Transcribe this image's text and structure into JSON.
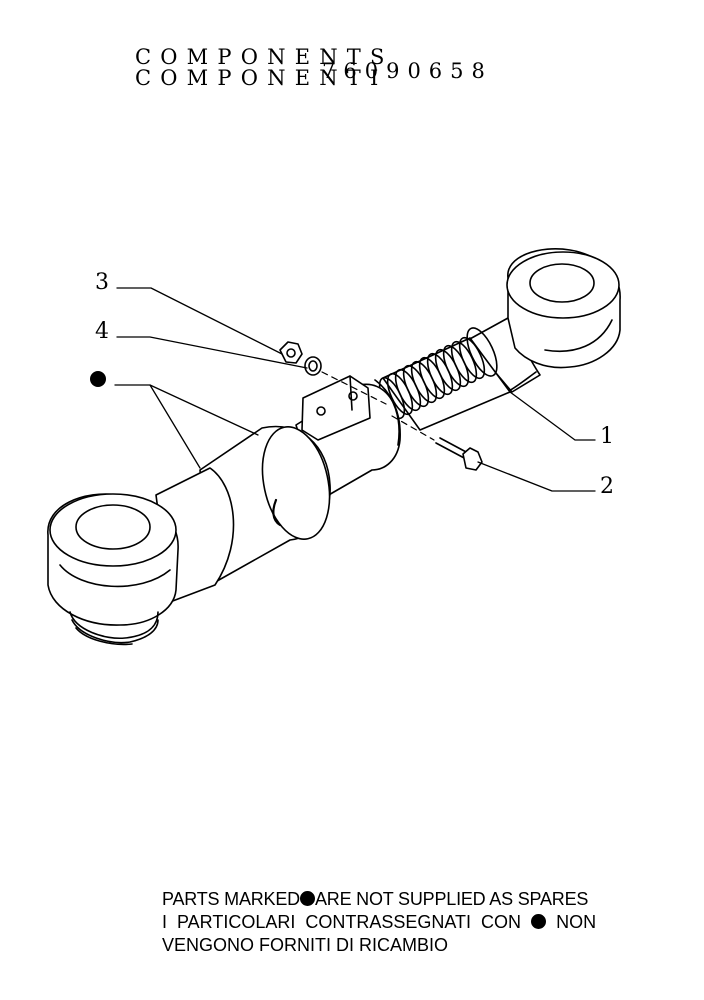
{
  "header": {
    "line1": "COMPONENTS",
    "line2": "COMPONENTI",
    "code": "76090658"
  },
  "callouts": {
    "c1": "1",
    "c2": "2",
    "c3": "3",
    "c4": "4"
  },
  "footer": {
    "line1_a": "PARTS MARKED",
    "line1_b": "ARE NOT SUPPLIED AS SPARES",
    "line2_a": "I PARTICOLARI CONTRASSEGNATI CON",
    "line2_b": "NON",
    "line3": "VENGONO FORNITI DI RICAMBIO"
  },
  "colors": {
    "ink": "#000000",
    "paper": "#ffffff"
  }
}
